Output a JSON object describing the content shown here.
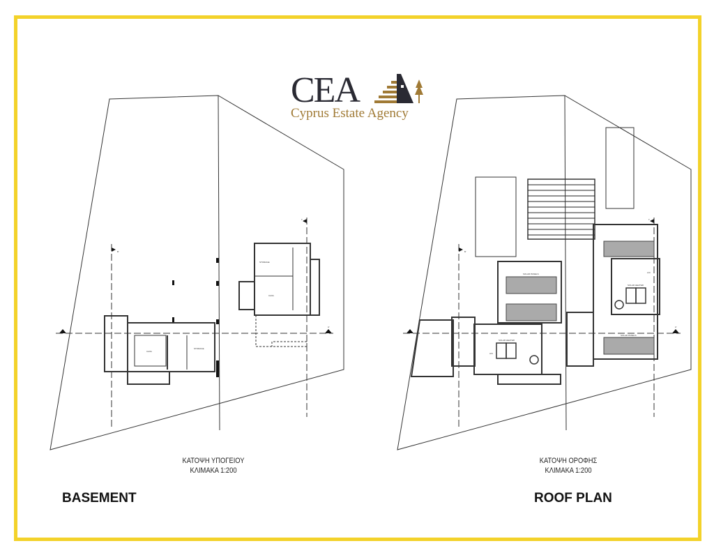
{
  "logo": {
    "initials": "CEA",
    "name": "Cyprus Estate Agency"
  },
  "plans": [
    {
      "title": "BASEMENT",
      "caption_line1": "ΚΑΤΟΨΗ ΥΠΟΓΕΙΟΥ",
      "caption_line2": "ΚΛΙΜΑΚΑ 1:200",
      "rooms": [
        "STORAGE",
        "CAVA",
        "CAVA",
        "STORAGE"
      ]
    },
    {
      "title": "ROOF PLAN",
      "caption_line1": "ΚΑΤΟΨΗ ΟΡΟΦΗΣ",
      "caption_line2": "ΚΛΙΜΑΚΑ 1:200",
      "labels": [
        "SOLAR PANELS",
        "SOLAR HEATER",
        "SOLAR HEATER",
        "SOLAR PANELS",
        "A/C",
        "A/C"
      ]
    }
  ],
  "section_marks": {
    "a": "A'",
    "b": "B'",
    "g": "Γ'"
  },
  "colors": {
    "frame": "#f3d22a",
    "logo_dark": "#2a2a33",
    "logo_gold": "#a07a35"
  }
}
